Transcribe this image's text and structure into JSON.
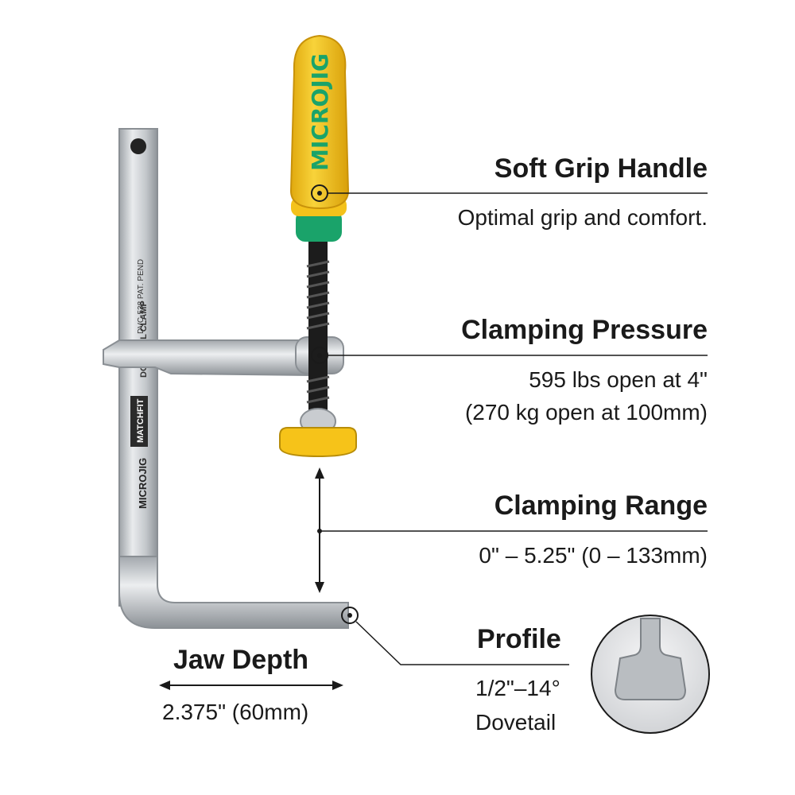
{
  "brand": "MICROJIG",
  "bar_markings": [
    "MICROJIG",
    "MATCHFIT",
    "DOVETAIL CLAMP",
    "DVC-538 PAT. PEND"
  ],
  "colors": {
    "handle": "#f2c31a",
    "handle_accent": "#1aa36a",
    "metal": "#c9ccd0",
    "text": "#1a1a1a"
  },
  "callouts": {
    "grip": {
      "title": "Soft Grip Handle",
      "desc": "Optimal grip and comfort."
    },
    "pressure": {
      "title": "Clamping Pressure",
      "desc1": "595 lbs open at 4\"",
      "desc2": "(270 kg open at 100mm)"
    },
    "range": {
      "title": "Clamping Range",
      "desc": "0\" – 5.25\" (0 – 133mm)"
    },
    "profile": {
      "title": "Profile",
      "desc1": "1/2\"–14°",
      "desc2": "Dovetail"
    },
    "jaw": {
      "title": "Jaw Depth",
      "desc": "2.375\" (60mm)"
    }
  }
}
